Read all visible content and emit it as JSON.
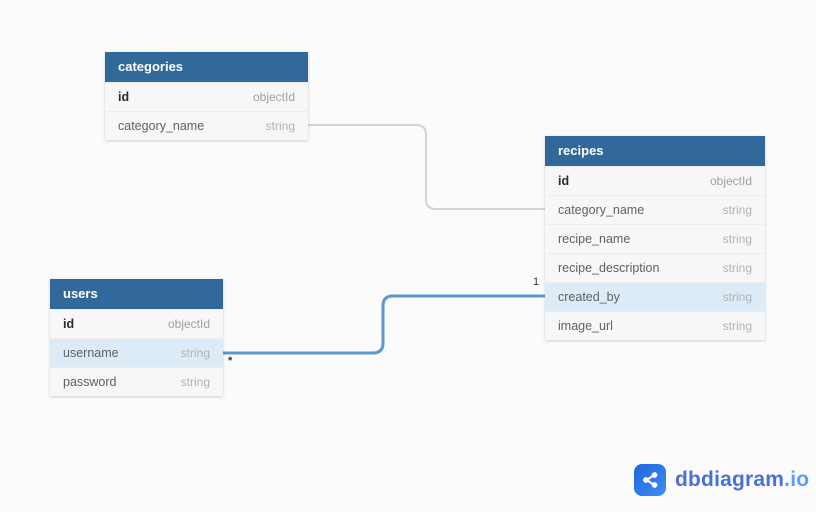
{
  "canvas": {
    "background": "#fbfbfb"
  },
  "tables": [
    {
      "title": "categories",
      "fields": [
        {
          "name": "id",
          "type": "objectId",
          "pk": true
        },
        {
          "name": "category_name",
          "type": "string",
          "pk": false
        }
      ]
    },
    {
      "title": "recipes",
      "fields": [
        {
          "name": "id",
          "type": "objectId",
          "pk": true
        },
        {
          "name": "category_name",
          "type": "string",
          "pk": false
        },
        {
          "name": "recipe_name",
          "type": "string",
          "pk": false
        },
        {
          "name": "recipe_description",
          "type": "string",
          "pk": false
        },
        {
          "name": "created_by",
          "type": "string",
          "pk": false,
          "highlighted": true
        },
        {
          "name": "image_url",
          "type": "string",
          "pk": false
        }
      ]
    },
    {
      "title": "users",
      "fields": [
        {
          "name": "id",
          "type": "objectId",
          "pk": true
        },
        {
          "name": "username",
          "type": "string",
          "pk": false,
          "highlighted": true
        },
        {
          "name": "password",
          "type": "string",
          "pk": false
        }
      ]
    }
  ],
  "relationships": [
    {
      "from": "categories.category_name",
      "to": "recipes.category_name",
      "highlighted": false
    },
    {
      "from": "users.username",
      "to": "recipes.created_by",
      "highlighted": true,
      "labels": {
        "one": "1",
        "many": "*"
      }
    }
  ],
  "colors": {
    "table_header": "#31699a",
    "row_bg": "#f7f7f7",
    "row_highlight": "#dcebf6",
    "wire_normal": "#d4d4d4",
    "wire_highlight": "#5e97ca",
    "brand_primary": "#4a70d8",
    "brand_suffix": "#58a0f6"
  },
  "branding": {
    "logo_icon": "share-icon",
    "logo_text": "dbdiagram",
    "logo_suffix": ".io"
  }
}
